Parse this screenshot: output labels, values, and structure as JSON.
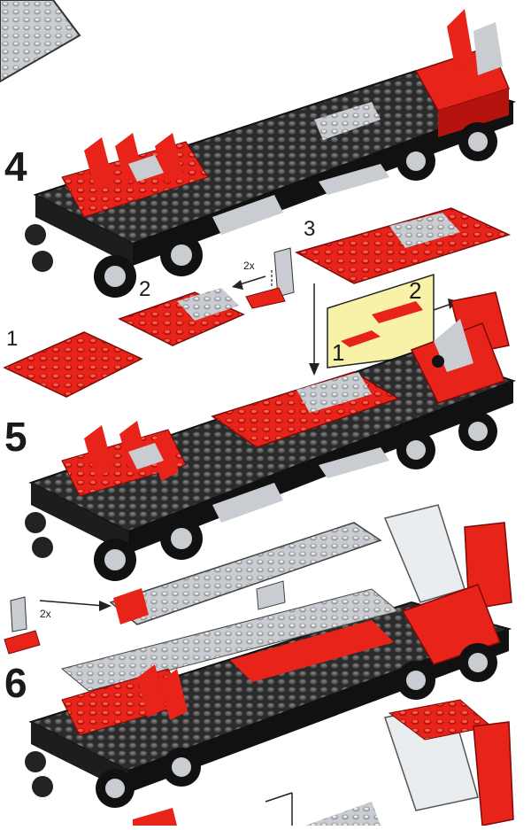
{
  "steps": [
    {
      "number": "4"
    },
    {
      "number": "5"
    },
    {
      "number": "6"
    }
  ],
  "substeps": {
    "s1": "1",
    "s2": "2",
    "s3": "3",
    "callout_1": "1",
    "callout_2": "2"
  },
  "multipliers": {
    "step4": "2x",
    "step6": "2x"
  },
  "colors": {
    "red": "#e8231a",
    "dark_red": "#b5140e",
    "black": "#2b2b2b",
    "stud_black": "#4a4a4a",
    "grey": "#c9ccd0",
    "callout_bg": "#f7f2a8",
    "white": "#ffffff"
  }
}
